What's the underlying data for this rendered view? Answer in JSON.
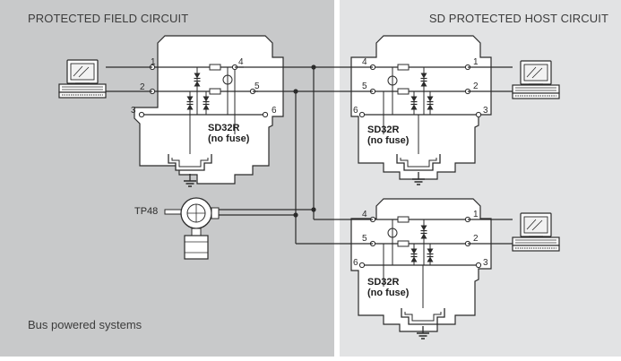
{
  "panels": {
    "left_title": "PROTECTED FIELD CIRCUIT",
    "right_title": "SD PROTECTED HOST CIRCUIT",
    "footer_note": "Bus powered systems"
  },
  "colors": {
    "left_panel_bg": "#c8c9ca",
    "right_panel_bg": "#e2e3e4",
    "device_fill": "#ffffff",
    "ink": "#2b2b2b"
  },
  "devices": {
    "left": {
      "model": "SD32R",
      "fuse": "(no fuse)",
      "terminals": [
        "1",
        "2",
        "3",
        "4",
        "5",
        "6"
      ]
    },
    "right_top": {
      "model": "SD32R",
      "fuse": "(no fuse)",
      "terminals": [
        "4",
        "5",
        "6",
        "1",
        "2",
        "3"
      ]
    },
    "right_bottom": {
      "model": "SD32R",
      "fuse": "(no fuse)",
      "terminals": [
        "4",
        "5",
        "6",
        "1",
        "2",
        "3"
      ]
    }
  },
  "transmitter": {
    "label": "TP48",
    "icon": "field-transmitter-icon"
  },
  "computers": {
    "icon": "computer-terminal-icon"
  },
  "ground": {
    "icon": "earth-ground-icon"
  }
}
